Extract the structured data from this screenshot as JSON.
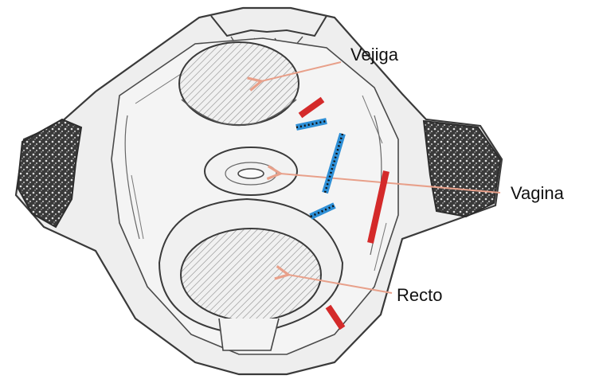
{
  "labels": {
    "vejiga": "Vejiga",
    "vagina": "Vagina",
    "recto": "Recto"
  },
  "colors": {
    "arrow": "#e8a08a",
    "red_bar": "#d42a2a",
    "blue_bar": "#2e8fd6",
    "ink": "#3a3a3a",
    "fill": "#efefef",
    "bone_dark": "#2c2c2c"
  }
}
